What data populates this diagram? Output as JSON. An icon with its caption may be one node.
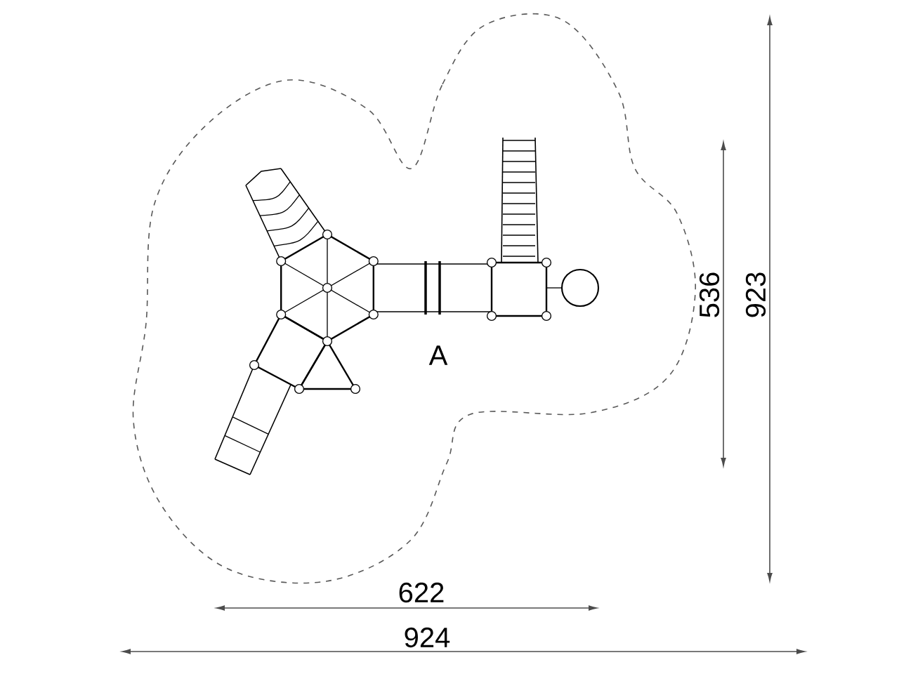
{
  "diagram": {
    "labels": [
      "536",
      "923",
      "A",
      "622",
      "924"
    ]
  }
}
